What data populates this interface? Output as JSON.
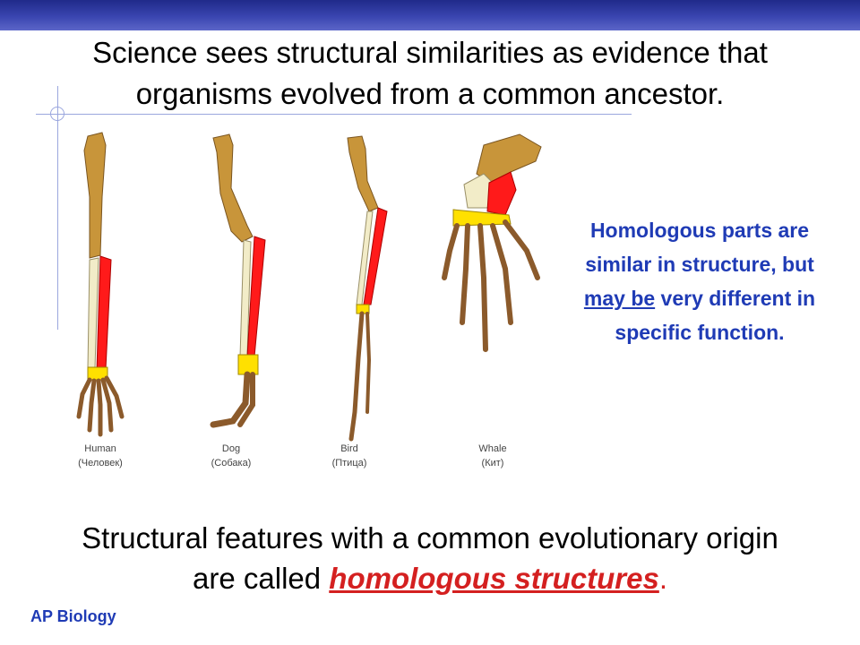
{
  "title": {
    "line1": "Science sees structural similarities as evidence that",
    "line2": "organisms evolved from a common ancestor."
  },
  "figure": {
    "labels": [
      {
        "name": "Human",
        "native": "(Человек)"
      },
      {
        "name": "Dog",
        "native": "(Собака)"
      },
      {
        "name": "Bird",
        "native": "(Птица)"
      },
      {
        "name": "Whale",
        "native": "(Кит)"
      }
    ],
    "colors": {
      "humerus": "#c8953a",
      "radius": "#ff1a1a",
      "ulna": "#f2ecc8",
      "carpals": "#ffe000",
      "digits": "#8b5a2b"
    }
  },
  "sidenote": {
    "part1": "Homologous parts are similar in structure, but ",
    "emph": "may be",
    "part2": " very different in specific function."
  },
  "bottom": {
    "line1": "Structural features with a common evolutionary origin",
    "prefix": "are called ",
    "highlight": "homologous structures",
    "suffix": "."
  },
  "footer": {
    "label": "AP Biology"
  }
}
